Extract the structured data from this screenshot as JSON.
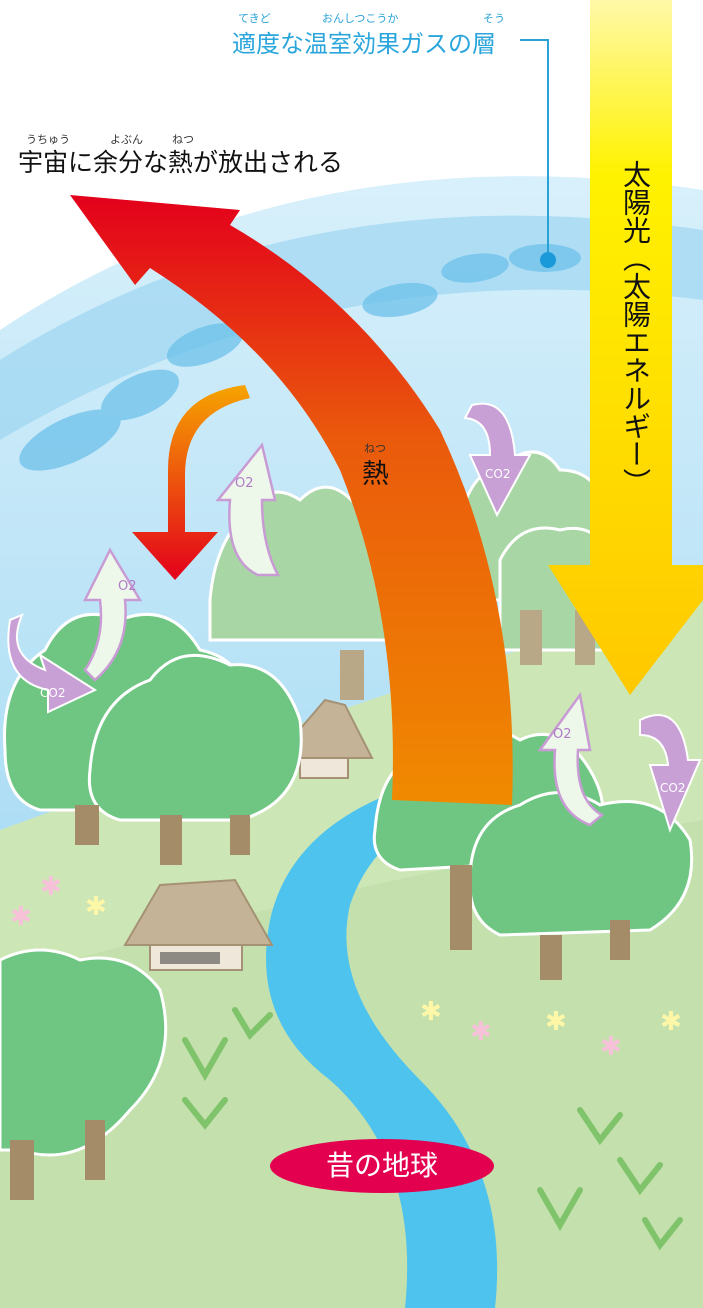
{
  "labels": {
    "greenhouse_ruby_1": "てきど",
    "greenhouse_ruby_2": "おんしつこうか",
    "greenhouse_ruby_3": "そう",
    "greenhouse": "適度な温室効果ガスの層",
    "space_ruby_1": "うちゅう",
    "space_ruby_2": "よぶん",
    "space_ruby_3": "ねつ",
    "space": "宇宙に余分な熱が放出される",
    "sunlight": "太陽光（太陽エネルギー）",
    "heat_ruby": "ねつ",
    "heat": "熱",
    "earth": "昔の地球",
    "o2": "O2",
    "co2": "CO2"
  },
  "colors": {
    "sky": "#bfe6f7",
    "ground": "#c8e3b4",
    "river": "#4ec3ee",
    "sun_arrow": "#ffd700",
    "heat_arrow": "#e8690a",
    "space_arrow": "#e3001b",
    "earth_badge": "#e3004f",
    "greenhouse_text": "#2aa6dc",
    "co2_arrow": "#c9a0d6",
    "o2_arrow": "#e9f7e6"
  },
  "icons": [
    "co2-arrow-icon",
    "o2-arrow-icon",
    "tree-icon",
    "house-icon",
    "flower-icon",
    "grass-icon"
  ]
}
